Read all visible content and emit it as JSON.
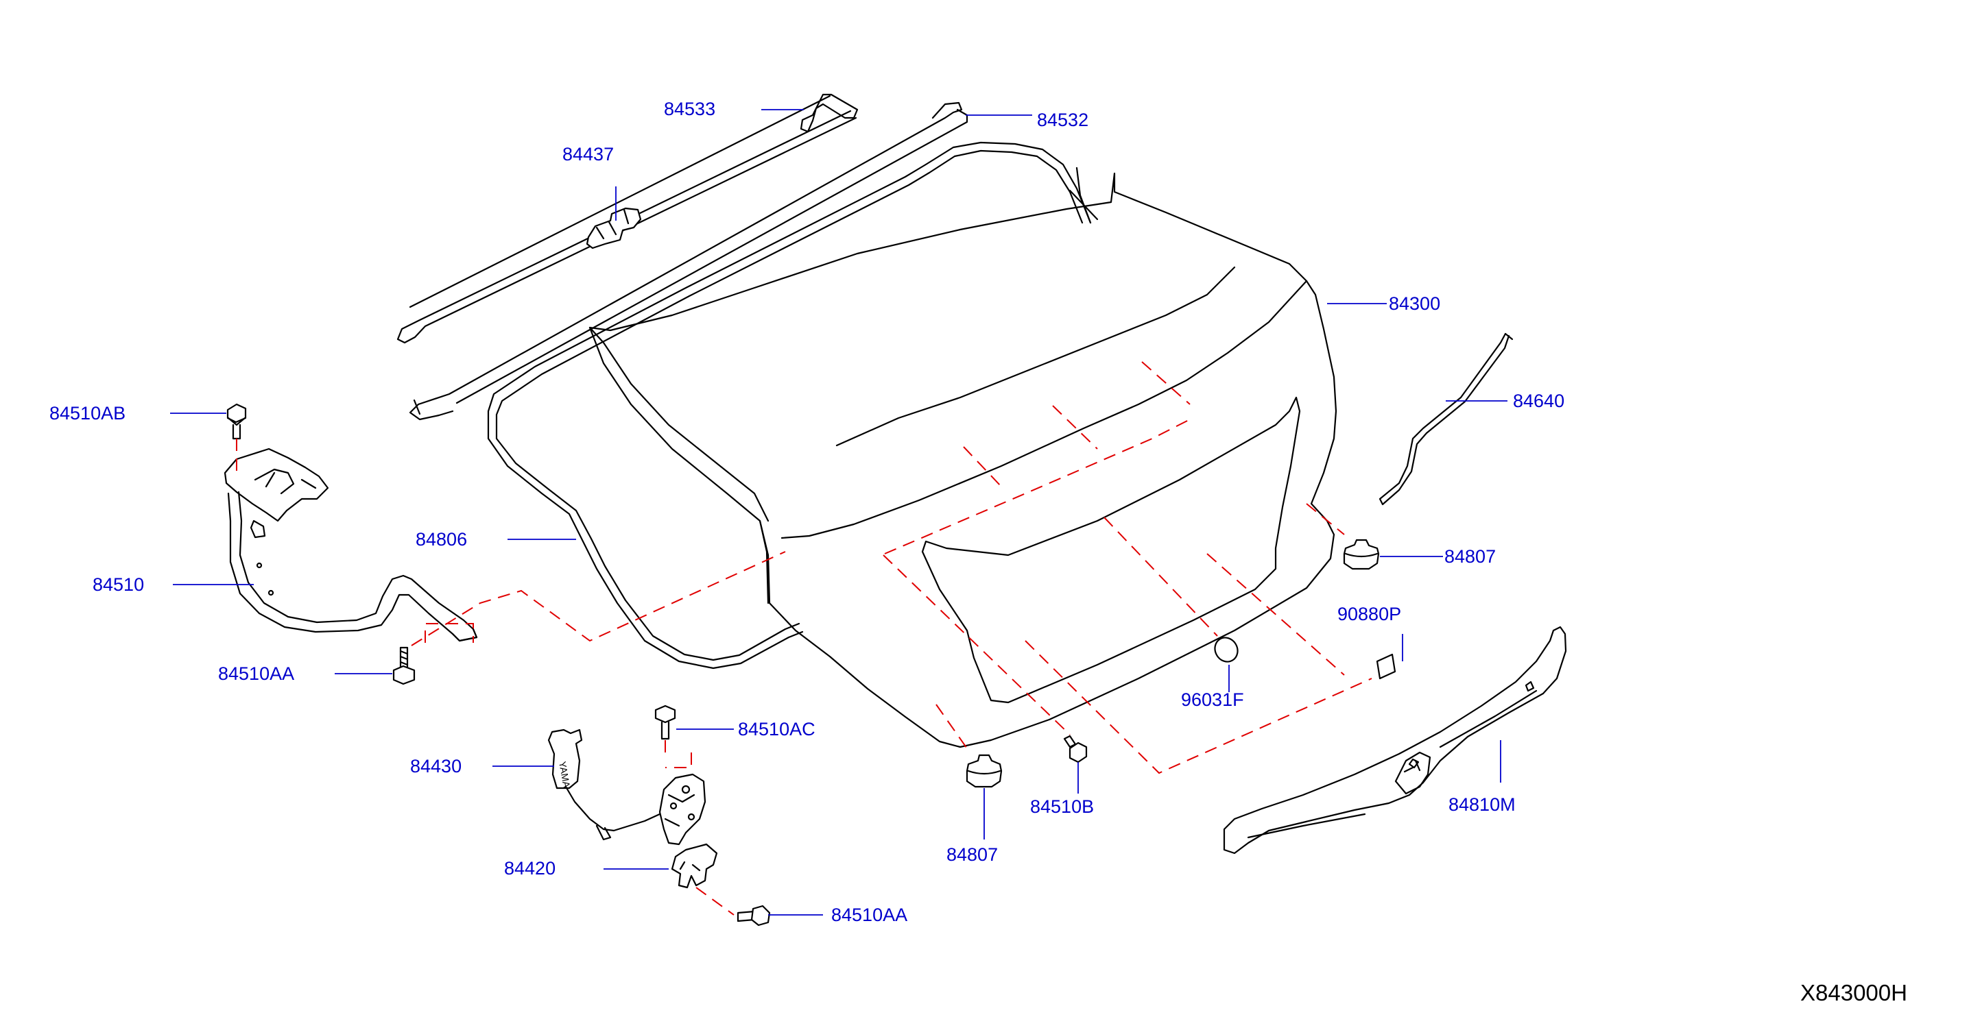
{
  "diagram": {
    "reference_code": "X843000H",
    "labels": {
      "p84533": "84533",
      "p84532": "84532",
      "p84437": "84437",
      "p84300": "84300",
      "p84640": "84640",
      "p84510AB": "84510AB",
      "p84806": "84806",
      "p84807_right": "84807",
      "p84510": "84510",
      "p90880P": "90880P",
      "p84510AA_left": "84510AA",
      "p96031F": "96031F",
      "p84510AC": "84510AC",
      "p84430": "84430",
      "p84510B": "84510B",
      "p84810M": "84810M",
      "p84807_bottom": "84807",
      "p84420": "84420",
      "p84510AA_bottom": "84510AA"
    },
    "colors": {
      "label": "#0000cc",
      "leader": "#0000cc",
      "hidden_line": "#e00000",
      "outline": "#000000"
    }
  }
}
